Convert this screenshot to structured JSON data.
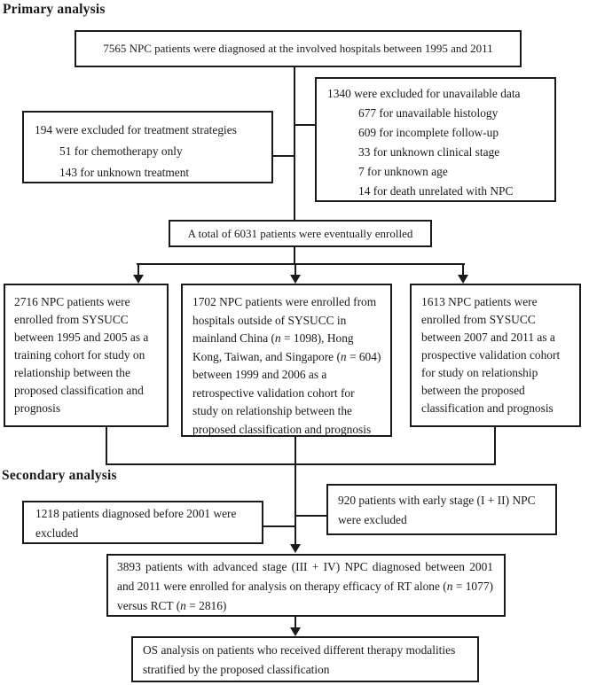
{
  "headings": {
    "primary": "Primary analysis",
    "secondary": "Secondary analysis"
  },
  "boxes": {
    "diagnosed": "7565 NPC patients were diagnosed at the involved hospitals between 1995 and 2011",
    "excluded_data": {
      "title": "1340 were excluded for unavailable data",
      "items": [
        "677 for unavailable histology",
        "609 for incomplete follow-up",
        "33 for unknown clinical stage",
        "7 for unknown age",
        "14 for death unrelated with NPC"
      ]
    },
    "excluded_treatment": {
      "title": "194 were excluded for treatment strategies",
      "items": [
        "51 for chemotherapy only",
        "143 for unknown treatment"
      ]
    },
    "enrolled": "A total of 6031 patients were eventually enrolled",
    "training_cohort": "2716 NPC patients were enrolled from SYSUCC between 1995 and 2005 as a training cohort for study on relationship between the proposed classification and prognosis",
    "retrospective_cohort_html": "1702 NPC patients were enrolled from hospitals outside of SYSUCC in mainland China (<i>n</i> = 1098), Hong Kong, Taiwan, and Singapore (<i>n</i> = 604) between 1999 and 2006 as a retrospective validation cohort for study on relationship between the proposed classification and prognosis",
    "prospective_cohort": "1613 NPC patients were enrolled from SYSUCC between 2007 and 2011 as a prospective validation cohort for study on relationship between the proposed classification and prognosis",
    "excluded_before_2001": "1218 patients diagnosed before 2001 were excluded",
    "excluded_early_stage": "920 patients with early stage (I + II) NPC were excluded",
    "advanced_enrolled_html": "3893 patients with advanced stage (III + IV) NPC diagnosed between 2001 and 2011 were enrolled for analysis on therapy efficacy of RT alone (<i>n</i> = 1077) versus RCT (<i>n</i> = 2816)",
    "os_analysis": "OS analysis on patients who received different therapy modalities stratified by the proposed classification"
  },
  "colors": {
    "ink": "#1a1a1a",
    "background": "#ffffff"
  }
}
